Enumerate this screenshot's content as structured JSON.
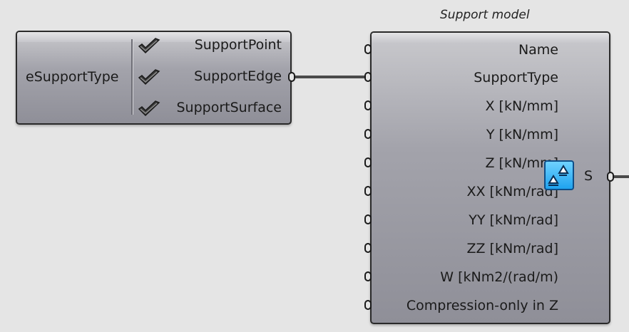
{
  "value_list": {
    "name": "eSupportType",
    "items": [
      {
        "label": "SupportPoint",
        "checked": true
      },
      {
        "label": "SupportEdge",
        "checked": true
      },
      {
        "label": "SupportSurface",
        "checked": true
      }
    ]
  },
  "component": {
    "title": "Support model",
    "inputs": [
      {
        "label": "Name"
      },
      {
        "label": "SupportType"
      },
      {
        "label": "X [kN/mm]"
      },
      {
        "label": "Y [kN/mm]"
      },
      {
        "label": "Z [kN/mm]"
      },
      {
        "label": "XX [kNm/rad]"
      },
      {
        "label": "YY [kNm/rad]"
      },
      {
        "label": "ZZ [kNm/rad]"
      },
      {
        "label": "W [kNm2/(rad/m)"
      },
      {
        "label": "Compression-only in Z"
      }
    ],
    "output": {
      "label": "S"
    },
    "icon": "support-triangles-icon"
  },
  "colors": {
    "canvas": "#e5e5e5",
    "node_fill": "#a3a3ab",
    "wire": "#4a4a4a",
    "icon_blue": "#1fa3ee"
  }
}
